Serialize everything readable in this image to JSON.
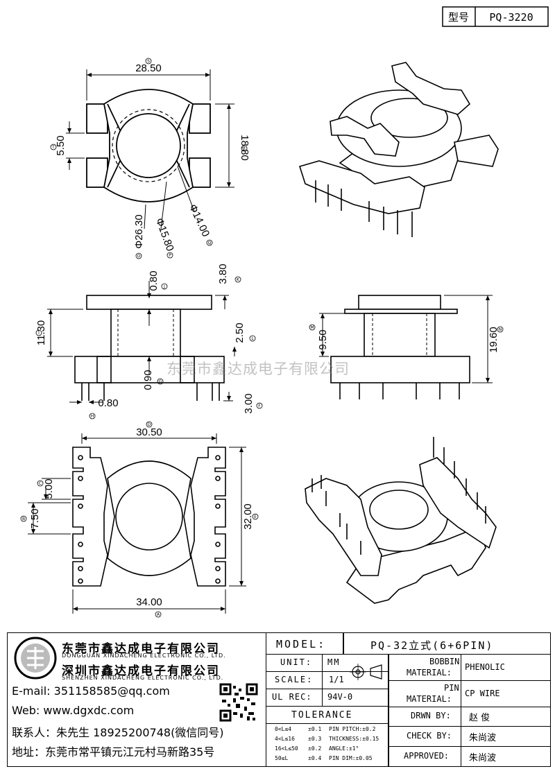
{
  "model_box": {
    "label": "型号",
    "value": "PQ-3220"
  },
  "dimensions": {
    "top": {
      "width": "28.50",
      "height": "18.80",
      "slot": "5.50",
      "d_outer": "Φ26.30",
      "d_mid": "Φ15.80",
      "d_inner": "Φ14.00",
      "markers": {
        "width": "S",
        "height": "R",
        "slot": "T",
        "d_outer": "O",
        "d_mid": "P",
        "d_inner": "Q"
      }
    },
    "front": {
      "total": "11.30",
      "flange_top": "0.80",
      "flange_h": "3.80",
      "gap": "2.50",
      "wall": "0.90",
      "pin": "0.80",
      "pin_len": "3.00",
      "markers": {
        "total": "I",
        "flange_top": "J",
        "flange_h": "K",
        "gap": "L",
        "wall": "G",
        "pin": "H",
        "pin_len": "F"
      }
    },
    "side": {
      "inner": "9.50",
      "total": "19.60",
      "markers": {
        "inner": "M",
        "total": "N"
      }
    },
    "bottom": {
      "width_top": "30.50",
      "height": "32.00",
      "width_bot": "34.00",
      "slot1": "5.00",
      "slot2": "7.50",
      "markers": {
        "width_top": "D",
        "height": "E",
        "width_bot": "A",
        "slot1": "C",
        "slot2": "B"
      }
    }
  },
  "watermark": "东莞市鑫达成电子有限公司",
  "company": {
    "name1": "东莞市鑫达成电子有限公司",
    "en1": "DONGGUAN XINDACHENG ELECTRONIC CO., LTD.",
    "name2": "深圳市鑫达成电子有限公司",
    "en2": "SHENZHEN XINDACHENG ELECTRONIC CO., LTD.",
    "email": "E-mail: 351158585@qq.com",
    "web": "Web: www.dgxdc.com",
    "contact": "联系人：朱先生 18925200748(微信同号)",
    "address": "地址：东莞市常平镇元江元村马新路35号"
  },
  "spec": {
    "model_label": "MODEL:",
    "model_value": "PQ-32立式(6+6PIN)",
    "unit_label": "UNIT:",
    "unit_value": "MM",
    "scale_label": "SCALE:",
    "scale_value": "1/1",
    "ulrec_label": "UL REC:",
    "ulrec_value": "94V-0",
    "tolerance_label": "TOLERANCE",
    "tol": [
      [
        "0<L≤4",
        "±0.1",
        "PIN PITCH:±0.2"
      ],
      [
        "4<L≤16",
        "±0.3",
        "THICKNESS:±0.15"
      ],
      [
        "16<L≤50",
        "±0.2",
        "ANGLE:±1°"
      ],
      [
        "50≤L",
        "±0.4",
        "PIN DIM:±0.05"
      ]
    ],
    "bobbin_label1": "BOBBIN",
    "bobbin_label2": "MATERIAL:",
    "bobbin_value": "PHENOLIC",
    "pin_label1": "PIN",
    "pin_label2": "MATERIAL:",
    "pin_value": "CP WIRE",
    "drwn_label": "DRWN BY:",
    "drwn_value": "赵  俊",
    "check_label": "CHECK BY:",
    "check_value": "朱尚波",
    "approved_label": "APPROVED:",
    "approved_value": "朱尚波"
  }
}
